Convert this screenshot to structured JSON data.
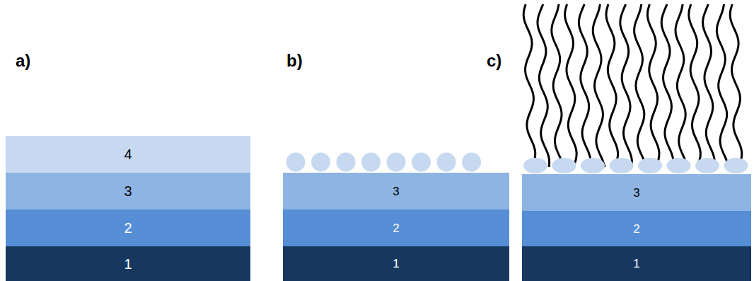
{
  "diagram": {
    "nodes": [
      {
        "text": [
          "4"
        ]
      },
      {
        "text": [
          "3"
        ]
      },
      {
        "text": [
          "2"
        ]
      },
      {
        "text": [
          "1"
        ]
      },
      {
        "text": [
          "3"
        ]
      },
      {
        "text": [
          "2"
        ]
      },
      {
        "text": [
          "1"
        ]
      },
      {
        "text": [
          "3"
        ]
      },
      {
        "text": [
          "2"
        ]
      },
      {
        "text": [
          "1"
        ]
      }
    ],
    "labels": [
      "a)",
      "b)",
      "c)"
    ]
  }
}
